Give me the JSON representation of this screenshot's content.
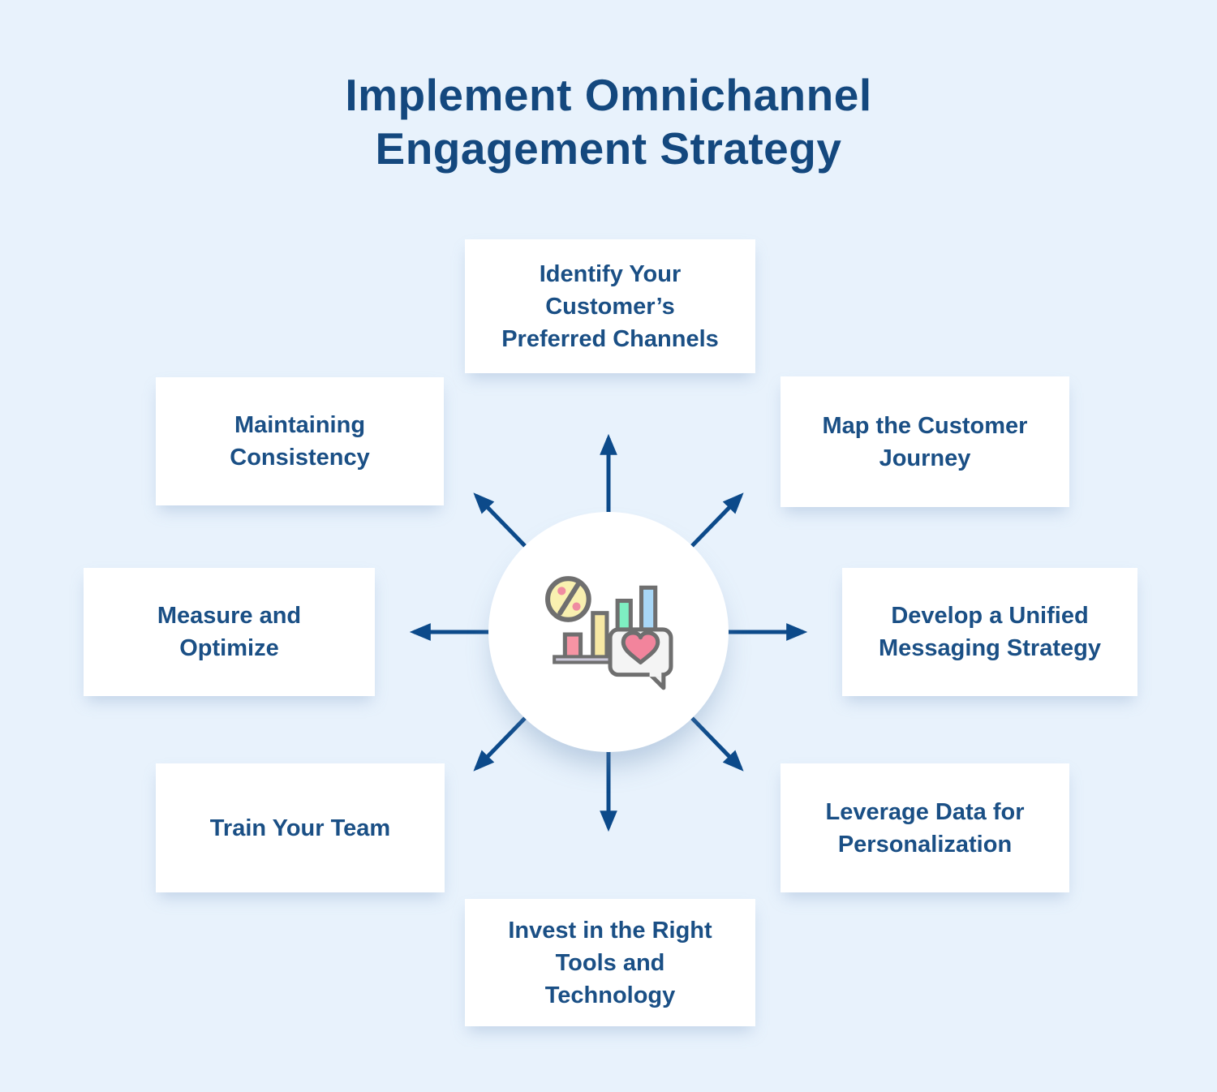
{
  "title": {
    "lines": [
      "Implement Omnichannel",
      "Engagement Strategy"
    ]
  },
  "colors": {
    "background": "#E8F2FC",
    "title_text": "#14487E",
    "node_text": "#1A4F85",
    "node_background": "#FFFFFF",
    "arrow": "#0C4A8A",
    "icon": {
      "outline": "#6F6F6F",
      "percent_circle": "#F9F0B0",
      "percent_dots": "#EF8BA1",
      "bar_pink": "#F794A4",
      "bar_yellow": "#F7E8A4",
      "bar_mint": "#7EEFC2",
      "bar_blue": "#A8D7F7",
      "shelf": "#CCC9D9",
      "bubble": "#F4F4F4",
      "heart": "#F2849C"
    }
  },
  "hub": {
    "icon": "engagement-analytics-icon"
  },
  "nodes": [
    {
      "id": "identify-preferred-channels",
      "position": "top",
      "lines": [
        "Identify Your",
        "Customer’s",
        "Preferred Channels"
      ]
    },
    {
      "id": "map-customer-journey",
      "position": "top-right",
      "lines": [
        "Map the Customer",
        "Journey"
      ]
    },
    {
      "id": "unified-messaging-strategy",
      "position": "right",
      "lines": [
        "Develop a Unified",
        "Messaging Strategy"
      ]
    },
    {
      "id": "leverage-data-personalization",
      "position": "bottom-right",
      "lines": [
        "Leverage Data for",
        "Personalization"
      ]
    },
    {
      "id": "invest-tools-technology",
      "position": "bottom",
      "lines": [
        "Invest in the Right",
        "Tools and",
        "Technology"
      ]
    },
    {
      "id": "train-your-team",
      "position": "bottom-left",
      "lines": [
        "Train Your Team"
      ]
    },
    {
      "id": "measure-and-optimize",
      "position": "left",
      "lines": [
        "Measure and",
        "Optimize"
      ]
    },
    {
      "id": "maintaining-consistency",
      "position": "top-left",
      "lines": [
        "Maintaining",
        "Consistency"
      ]
    }
  ]
}
